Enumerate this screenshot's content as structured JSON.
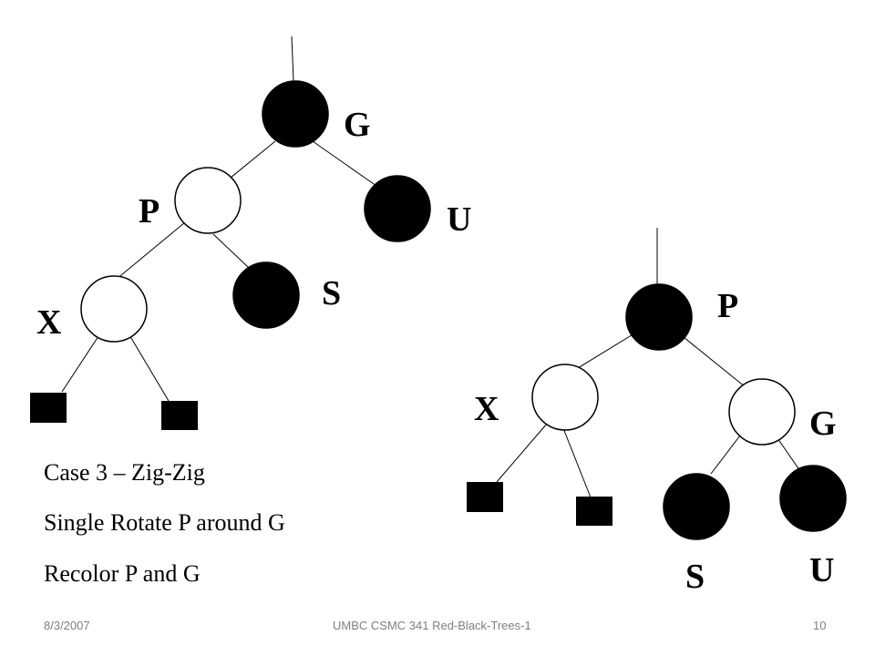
{
  "left_tree": {
    "labels": {
      "g": "G",
      "p": "P",
      "u": "U",
      "s": "S",
      "x": "X"
    }
  },
  "right_tree": {
    "labels": {
      "p": "P",
      "x": "X",
      "g": "G",
      "s": "S",
      "u": "U"
    }
  },
  "caption": {
    "line1": "Case 3 – Zig-Zig",
    "line2": "Single Rotate P around G",
    "line3": "Recolor P and G"
  },
  "footer": {
    "date": "8/3/2007",
    "title": "UMBC CSMC 341 Red-Black-Trees-1",
    "page": "10"
  },
  "colors": {
    "black_node": "#000000",
    "red_node": "#ffffff",
    "stroke": "#000000",
    "footer_text": "#7f7f7f"
  }
}
